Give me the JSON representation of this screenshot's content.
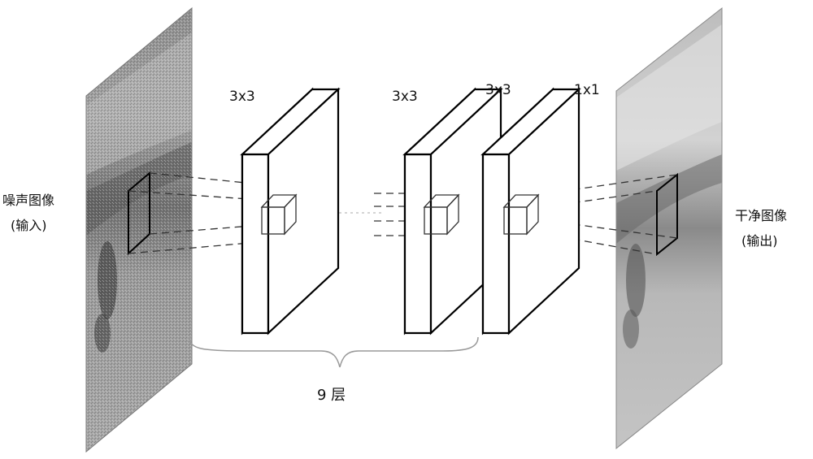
{
  "input_label": {
    "line1": "噪声图像",
    "line2": "(输入)"
  },
  "output_label": {
    "line1": "干净图像",
    "line2": "(输出)"
  },
  "layers": [
    {
      "kernel": "3x3"
    },
    {
      "kernel": "3x3"
    },
    {
      "kernel": "3x3"
    },
    {
      "kernel": "1x1"
    }
  ],
  "brace_label": "9 层"
}
